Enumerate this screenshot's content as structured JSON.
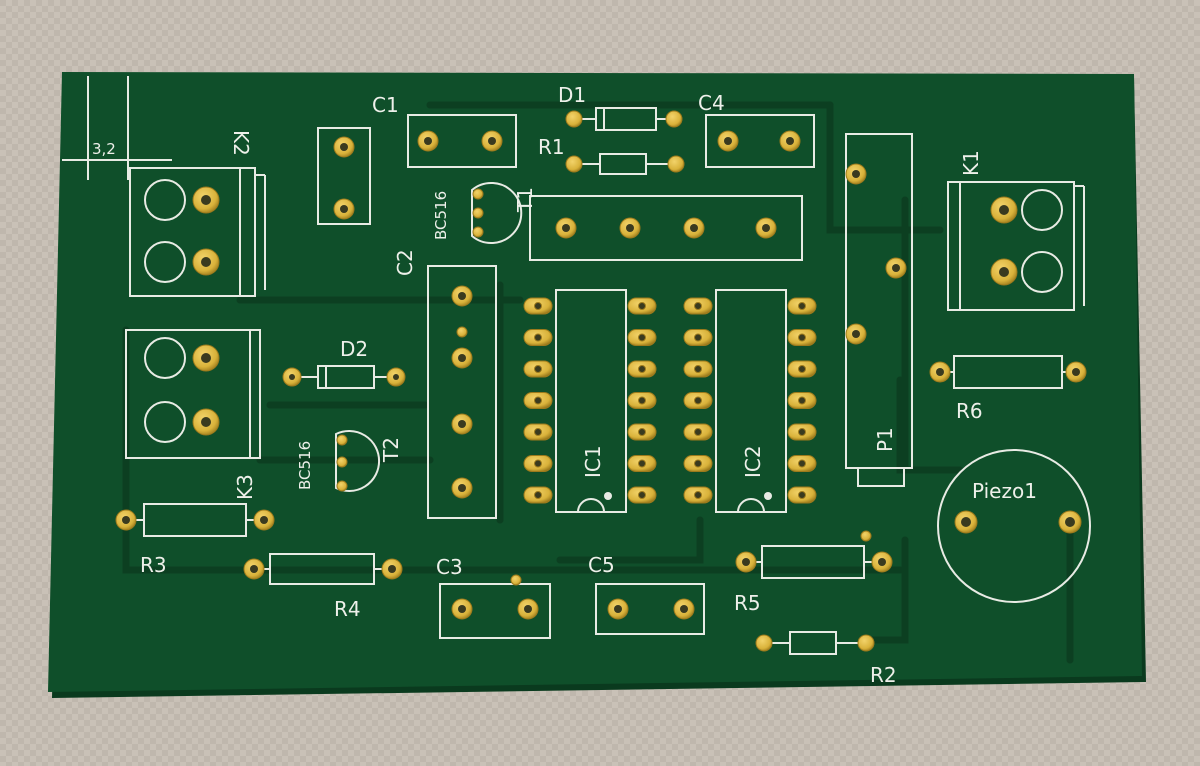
{
  "colors": {
    "fabric": "#c9c1b7",
    "fabric_dark": "#b3aba1",
    "board": "#0f4f2a",
    "board_shadow": "#0a3a1e",
    "trace": "#0c3f21",
    "silkscreen": "#e8ebe4",
    "pad_gold": "#d9b23a",
    "pad_gold_dark": "#9c7a1c",
    "hole": "#2a2a1a"
  },
  "silk": {
    "dimension": "3,2",
    "k2": "K2",
    "k1": "K1",
    "k3": "K3",
    "c1": "C1",
    "c2": "C2",
    "c3": "C3",
    "c4": "C4",
    "c5": "C5",
    "d1": "D1",
    "d2": "D2",
    "r1": "R1",
    "r2": "R2",
    "r3": "R3",
    "r4": "R4",
    "r5": "R5",
    "r6": "R6",
    "t1": "T1",
    "t2": "T2",
    "bc516_t1": "BC516",
    "bc516_t2": "BC516",
    "ic1": "IC1",
    "ic2": "IC2",
    "p1": "P1",
    "piezo": "Piezo1"
  }
}
